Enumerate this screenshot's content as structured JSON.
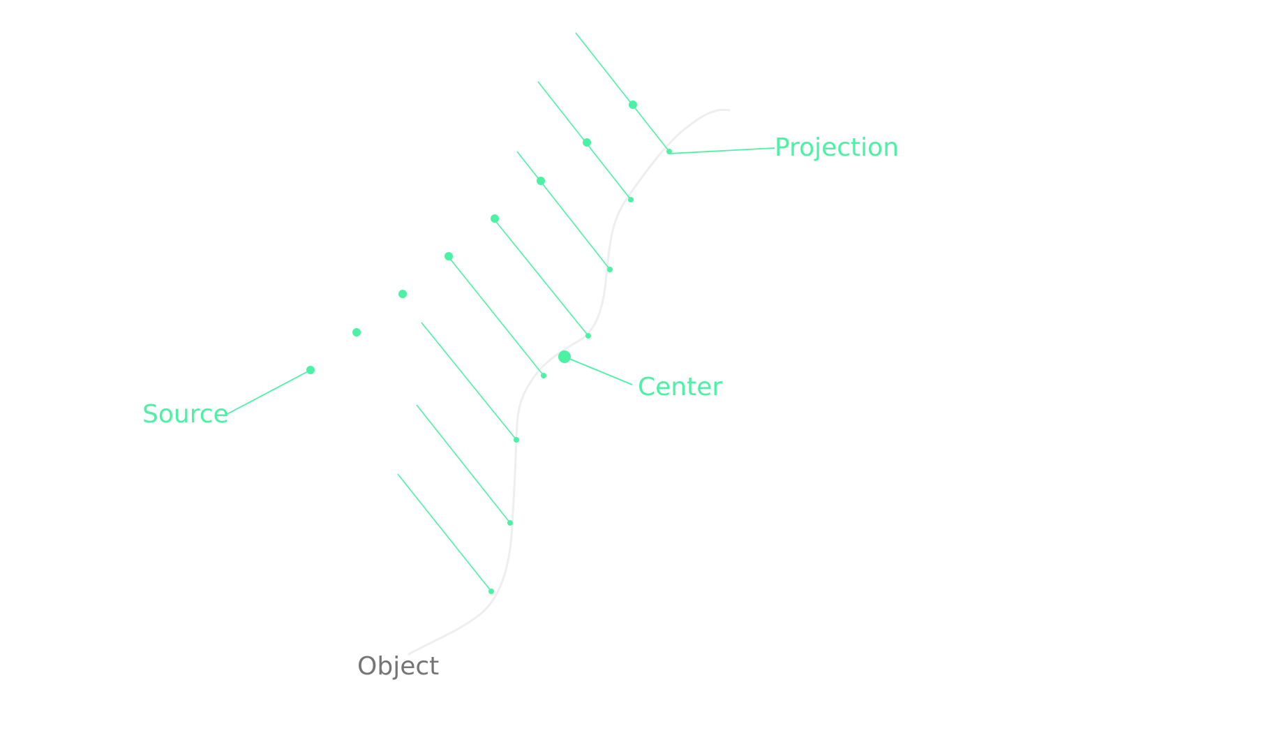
{
  "labels": {
    "projection": "Projection",
    "center": "Center",
    "source": "Source",
    "object": "Object"
  },
  "colors": {
    "accent": "#4cf2a4",
    "accent_glow": "#7af7bf",
    "curve": "#eeeeee",
    "object_label": "#757575",
    "background": "#ffffff"
  }
}
